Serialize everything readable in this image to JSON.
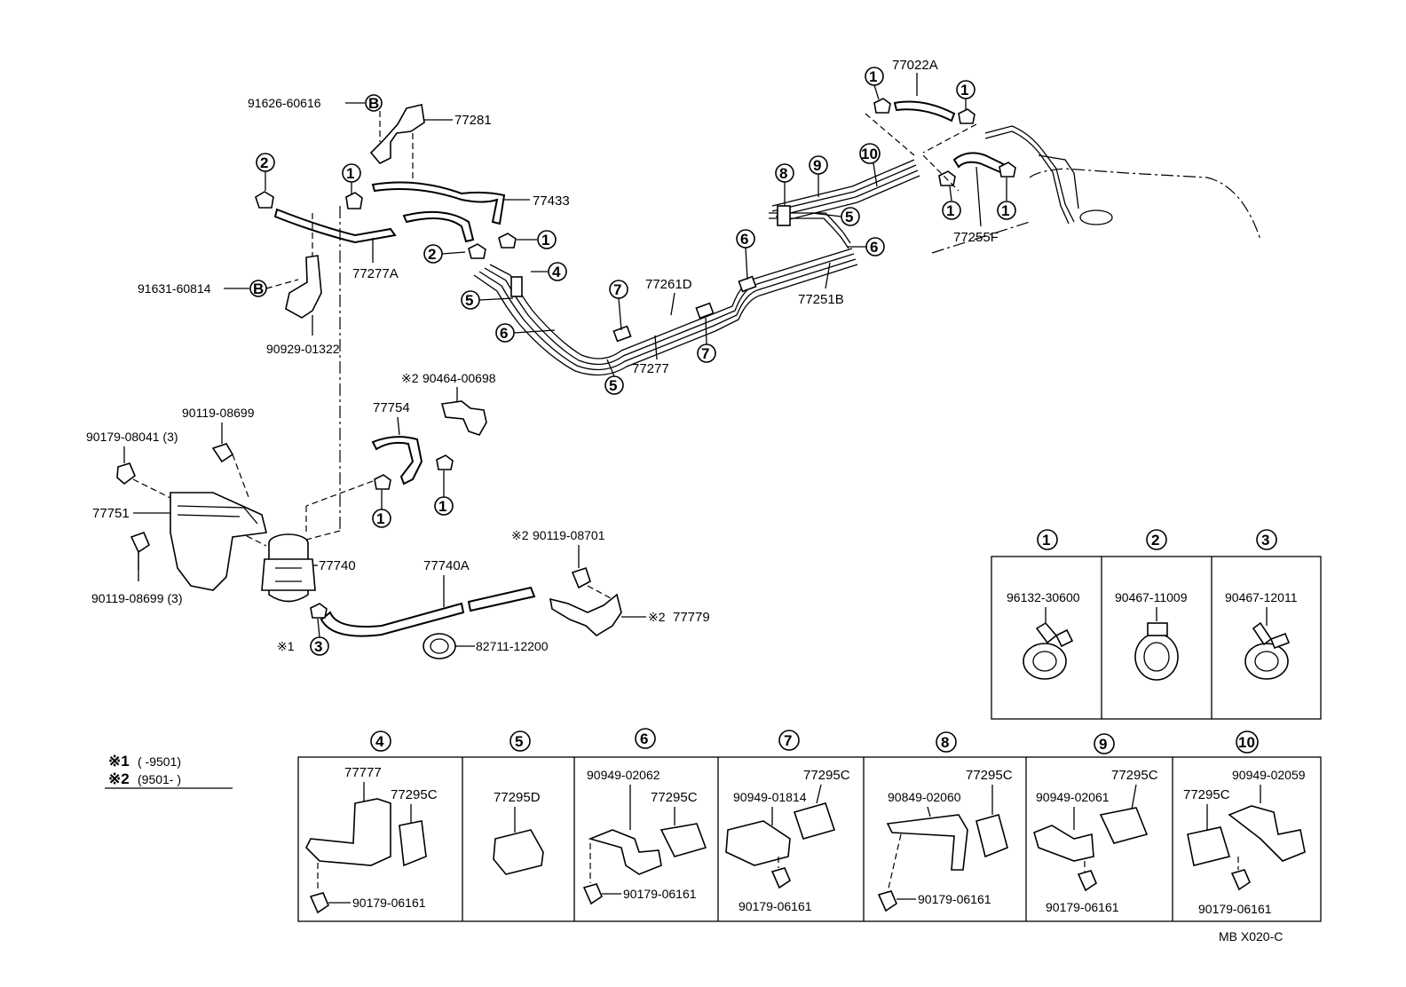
{
  "diagram_code": "MB  X020-C",
  "notes": {
    "note1_mark": "※1",
    "note1_text": "(      -9501)",
    "note2_mark": "※2",
    "note2_text": "(9501-        )"
  },
  "callouts": {
    "c1": "1",
    "c2": "2",
    "c3": "3",
    "c4": "4",
    "c5": "5",
    "c6": "6",
    "c7": "7",
    "c8": "8",
    "c9": "9",
    "c10": "10",
    "b": "B"
  },
  "parts": {
    "p91626_60616": "91626-60616",
    "p77281": "77281",
    "p77433": "77433",
    "p77277A": "77277A",
    "p91631_60814": "91631-60814",
    "p90929_01322": "90929-01322",
    "p77261D": "77261D",
    "p77277": "77277",
    "p77251B": "77251B",
    "p77022A": "77022A",
    "p77255F": "77255F",
    "p90464_00698": "90464-00698",
    "p77754": "77754",
    "p90119_08699": "90119-08699",
    "p90179_08041": "90179-08041 (3)",
    "p77751": "77751",
    "p90119_08699_3": "90119-08699 (3)",
    "p77740": "77740",
    "p77740A": "77740A",
    "p90119_08701": "90119-08701",
    "p77779": "77779",
    "p82711_12200": "82711-12200",
    "mark_s1": "※1",
    "mark_s2": "※2"
  },
  "clamp_table": {
    "headers": [
      "1",
      "2",
      "3"
    ],
    "parts": [
      "96132-30600",
      "90467-11009",
      "90467-12011"
    ]
  },
  "bracket_table": {
    "headers": [
      "4",
      "5",
      "6",
      "7",
      "8",
      "9",
      "10"
    ],
    "b4_bracket": "77777",
    "b4_clamp": "77295C",
    "b4_bolt": "90179-06161",
    "b5_clamp": "77295D",
    "b6_bracket": "90949-02062",
    "b6_clamp": "77295C",
    "b6_bolt": "90179-06161",
    "b7_bracket": "90949-01814",
    "b7_clamp": "77295C",
    "b7_bolt": "90179-06161",
    "b8_bracket": "90849-02060",
    "b8_clamp": "77295C",
    "b8_bolt": "90179-06161",
    "b9_bracket": "90949-02061",
    "b9_clamp": "77295C",
    "b9_bolt": "90179-06161",
    "b10_bracket": "90949-02059",
    "b10_clamp": "77295C",
    "b10_bolt": "90179-06161"
  }
}
